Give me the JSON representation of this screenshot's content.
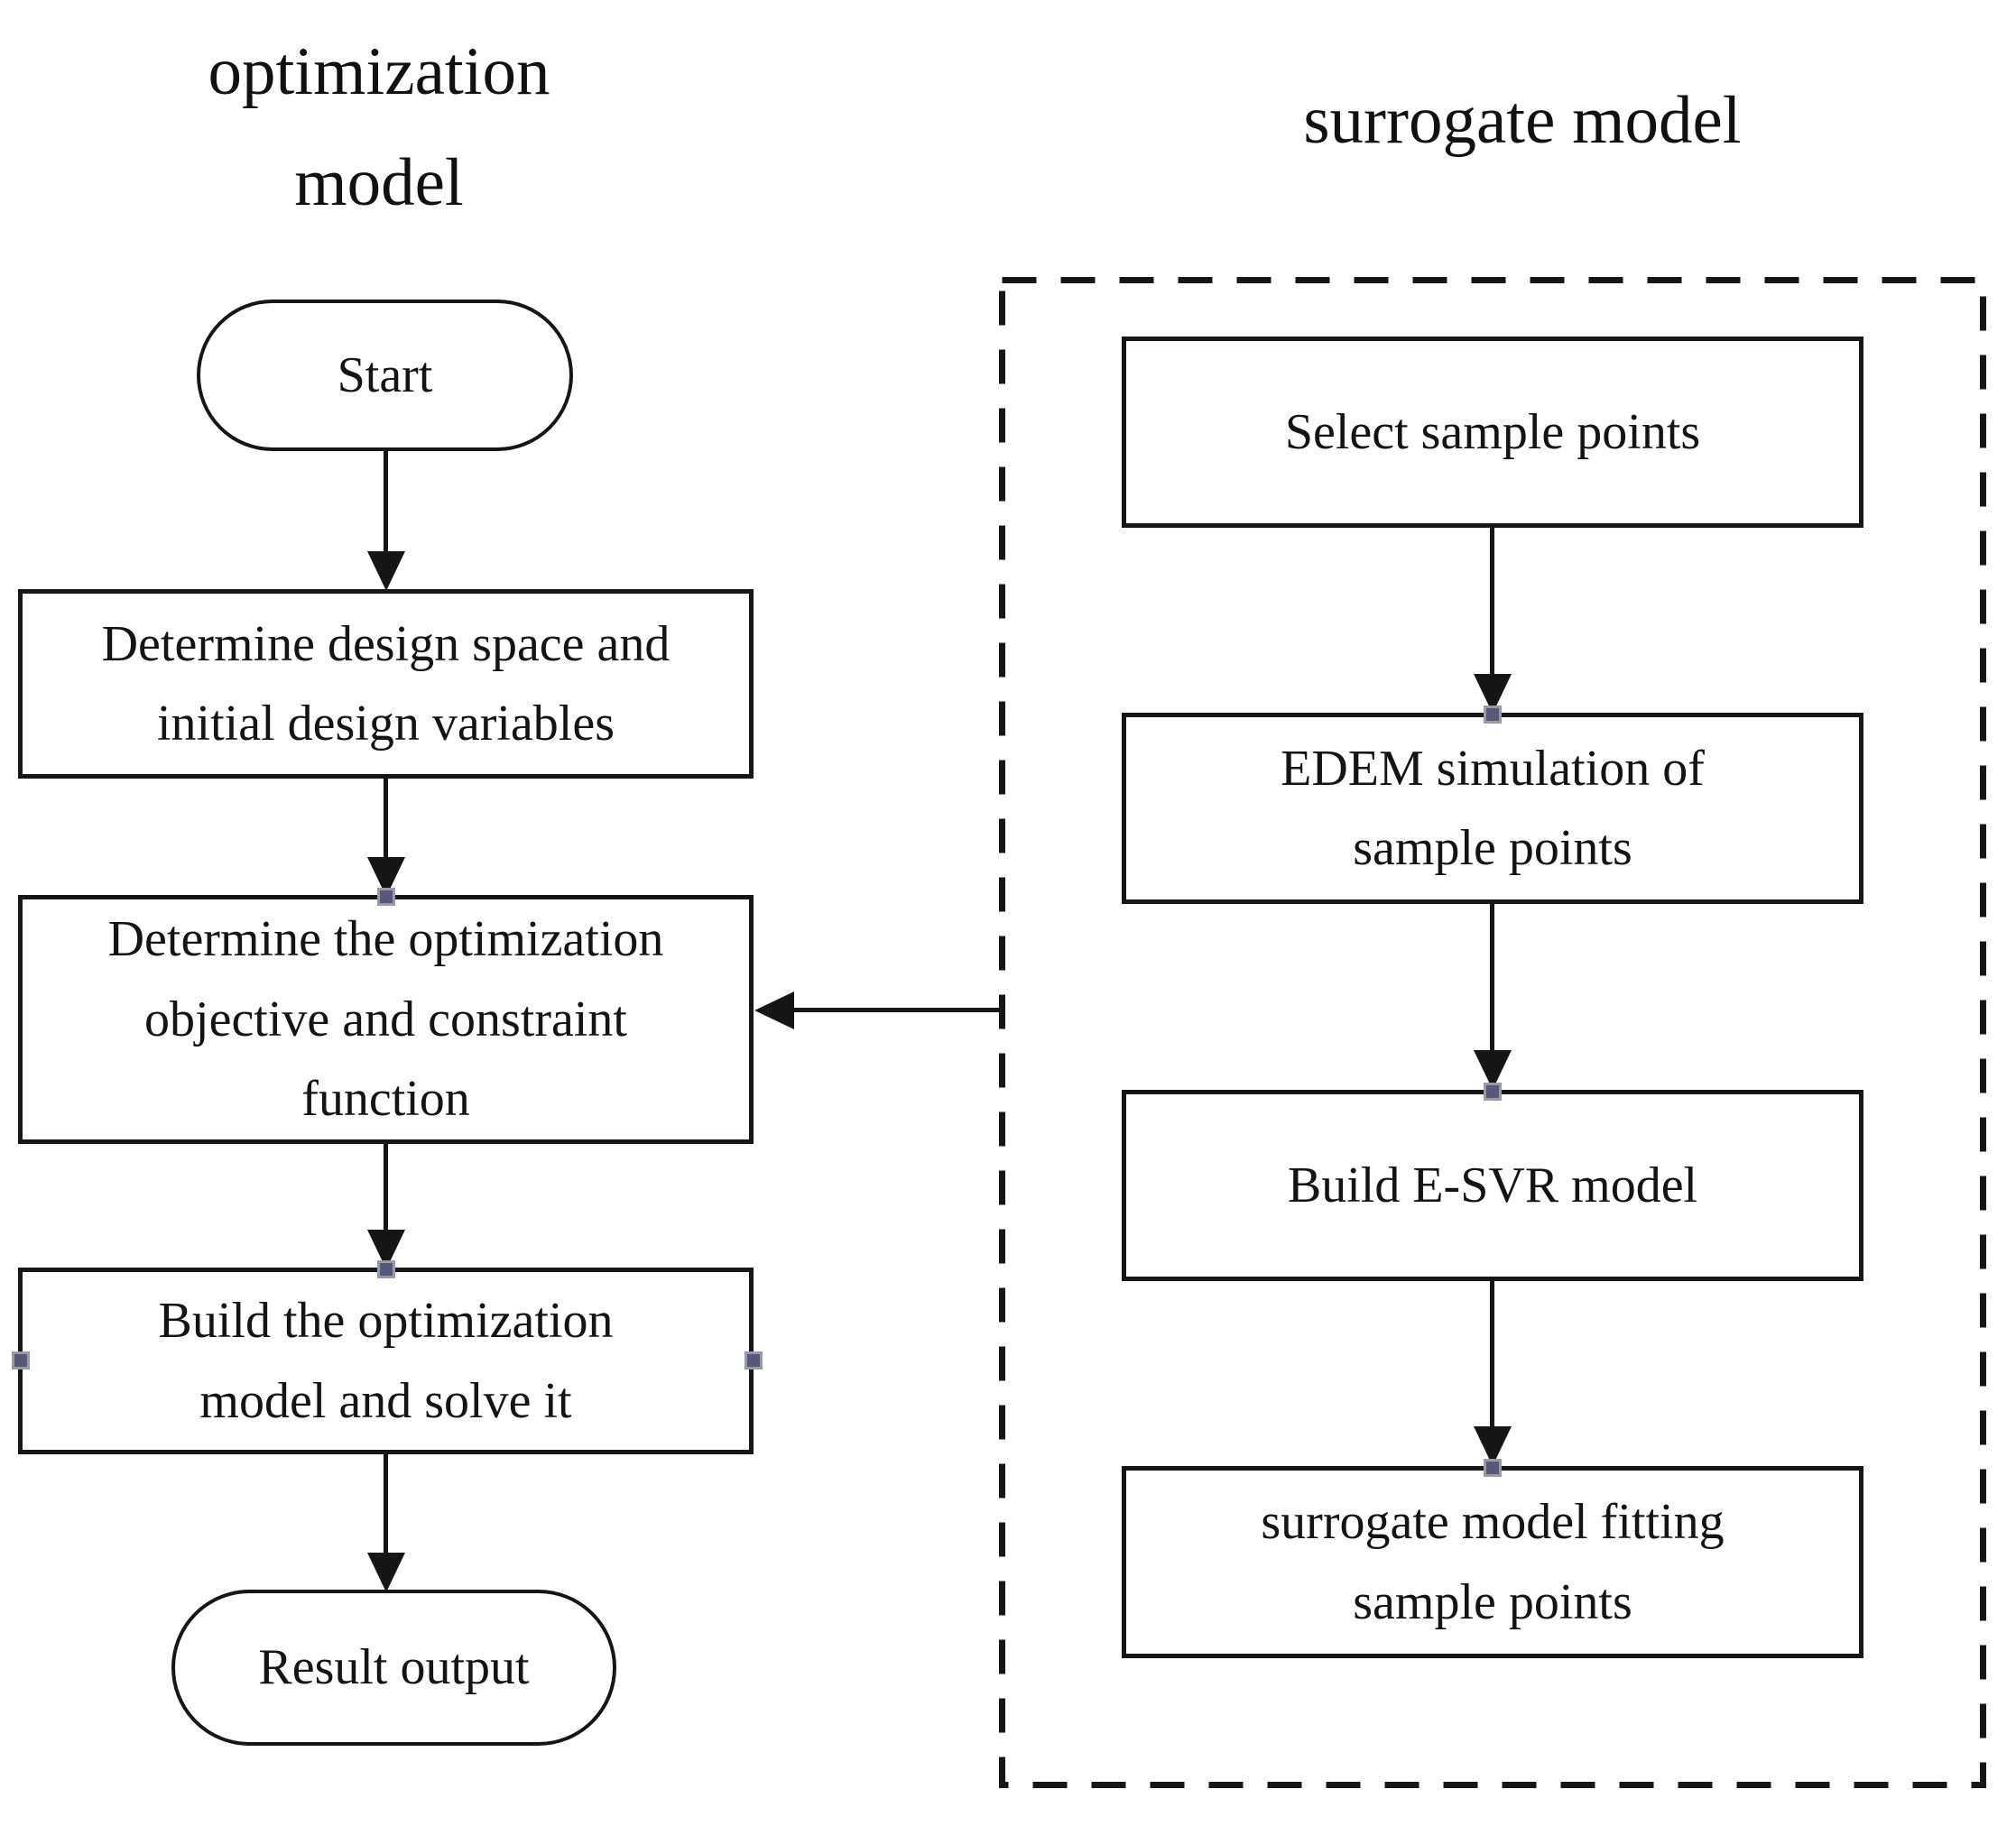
{
  "titles": {
    "left": "optimization\nmodel",
    "right": "surrogate model"
  },
  "optimization_flow": {
    "start": "Start",
    "determine_design_space": "Determine design space and\ninitial design variables",
    "determine_objective": "Determine the optimization\nobjective and constraint\nfunction",
    "build_optimization_model": "Build the optimization\nmodel and solve it",
    "result_output": "Result output"
  },
  "surrogate_flow": {
    "select_sample_points": "Select sample points",
    "edem_simulation": "EDEM simulation of\nsample points",
    "build_esvr_model": "Build E-SVR model",
    "surrogate_fitting": "surrogate model fitting\nsample points"
  },
  "colors": {
    "stroke": "#161616",
    "connector_dot": "#585878",
    "background": "#ffffff"
  }
}
